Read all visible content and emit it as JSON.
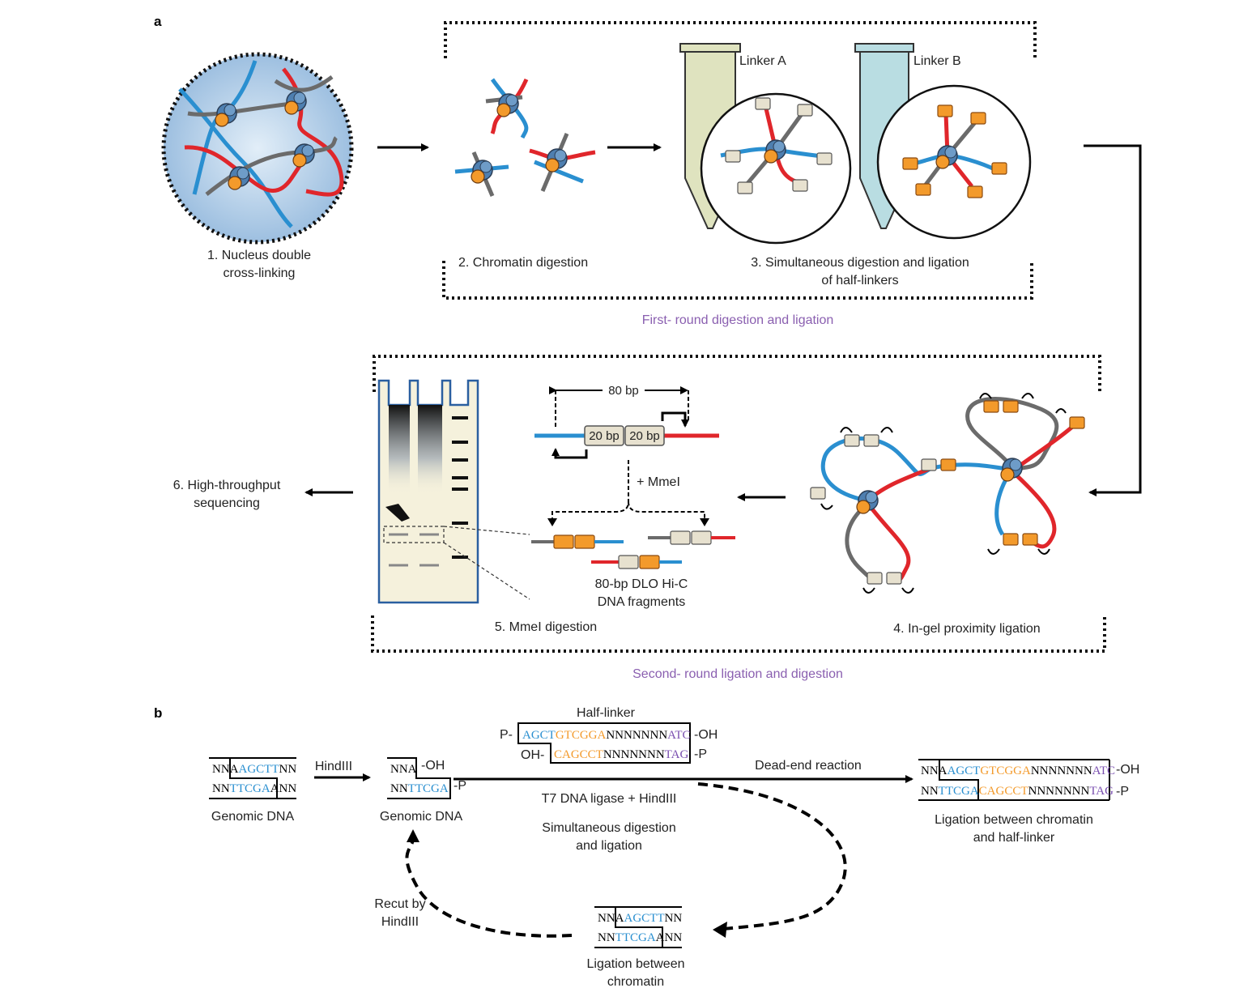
{
  "panels": {
    "a": "a",
    "b": "b"
  },
  "step1": {
    "line1": "1. Nucleus double",
    "line2": "cross-linking"
  },
  "step2": "2. Chromatin digestion",
  "step3": {
    "line1": "3. Simultaneous digestion and ligation",
    "line2": "of half-linkers"
  },
  "linkerA": "Linker A",
  "linkerB": "Linker B",
  "round1": "First- round digestion and ligation",
  "step4": "4. In-gel proximity ligation",
  "step5": "5. MmeI digestion",
  "step6": {
    "line1": "6. High-throughput",
    "line2": "sequencing"
  },
  "bp80": "80 bp",
  "bp20a": "20 bp",
  "bp20b": "20 bp",
  "mmei": "+ MmeI",
  "fragments": {
    "line1": "80-bp DLO Hi-C",
    "line2": "DNA fragments"
  },
  "round2": "Second- round ligation and digestion",
  "b": {
    "genomic1": "Genomic DNA",
    "hindiii": "HindIII",
    "genomic2": "Genomic DNA",
    "halfLinker": "Half-linker",
    "p1": "P-",
    "oh1": "OH-",
    "ohEnd": "-OH",
    "pEnd": "-P",
    "ohEnd2": "-OH",
    "pEnd2": "-P",
    "ohEnd3": "-OH",
    "pEnd3": "-P",
    "deadEnd": "Dead-end reaction",
    "t7": "T7 DNA ligase + HindIII",
    "simul1": "Simultaneous digestion",
    "simul2": "and ligation",
    "ligHalf1": "Ligation between chromatin",
    "ligHalf2": "and half-linker",
    "recut1": "Recut by",
    "recut2": "HindIII",
    "ligChrom1": "Ligation between",
    "ligChrom2": "chromatin",
    "seq1": {
      "top": [
        "NNA",
        "AGCTT",
        "NN"
      ],
      "bot": [
        "NN",
        "TTCGA",
        "ANN"
      ]
    },
    "seq2": {
      "top": [
        "NNA"
      ],
      "bot": [
        "NN",
        "TTCGA"
      ]
    },
    "linker": {
      "top": [
        "AGCT",
        "GTCGGA",
        "NNNNNNN",
        "ATC"
      ],
      "bot": [
        "CAGCCT",
        "NNNNNNN",
        "TAG"
      ]
    },
    "seqFinal": {
      "top": [
        "NNA",
        "AGCT",
        "GTCGGA",
        "NNNNNNN",
        "ATC"
      ],
      "bot": [
        "NN",
        "TTCGA",
        "CAGCCT",
        "NNNNNNN",
        "TAG"
      ]
    },
    "seqChrom": {
      "top": [
        "NNA",
        "AGCTT",
        "NN"
      ],
      "bot": [
        "NN",
        "TTCGA",
        "ANN"
      ]
    }
  },
  "colors": {
    "blue": "#2a8fd0",
    "red": "#e0262b",
    "gray": "#6b6b6b",
    "orange": "#f39a2b",
    "beige": "#e7e1cf",
    "purple": "#7a4fb0",
    "nucleus": "#a9c6e2",
    "tubeA": "#dfe3bf",
    "tubeB": "#b9dde2",
    "gel": "#f5f1dc"
  }
}
